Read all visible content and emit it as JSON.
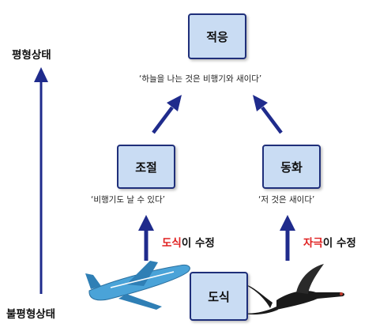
{
  "axis": {
    "top_label": "평형상태",
    "bottom_label": "불평형상태"
  },
  "nodes": {
    "adapt": {
      "label": "적응",
      "quote": "‘하늘을 나는 것은 비행기와 새이다’"
    },
    "accommodation": {
      "label": "조절",
      "quote": "‘비행기도 날 수 있다’"
    },
    "assimilation": {
      "label": "동화",
      "quote": "‘저 것은 새이다’"
    },
    "schema": {
      "label": "도식"
    }
  },
  "modifiers": {
    "left": {
      "highlight": "도식",
      "rest": "이 수정"
    },
    "right": {
      "highlight": "자극",
      "rest": "이 수정"
    }
  },
  "colors": {
    "arrow": "#1f2b8c",
    "box_fill": "#c9dcf3",
    "highlight": "#e02020"
  },
  "icons": [
    "airplane-icon",
    "crane-bird-icon"
  ]
}
